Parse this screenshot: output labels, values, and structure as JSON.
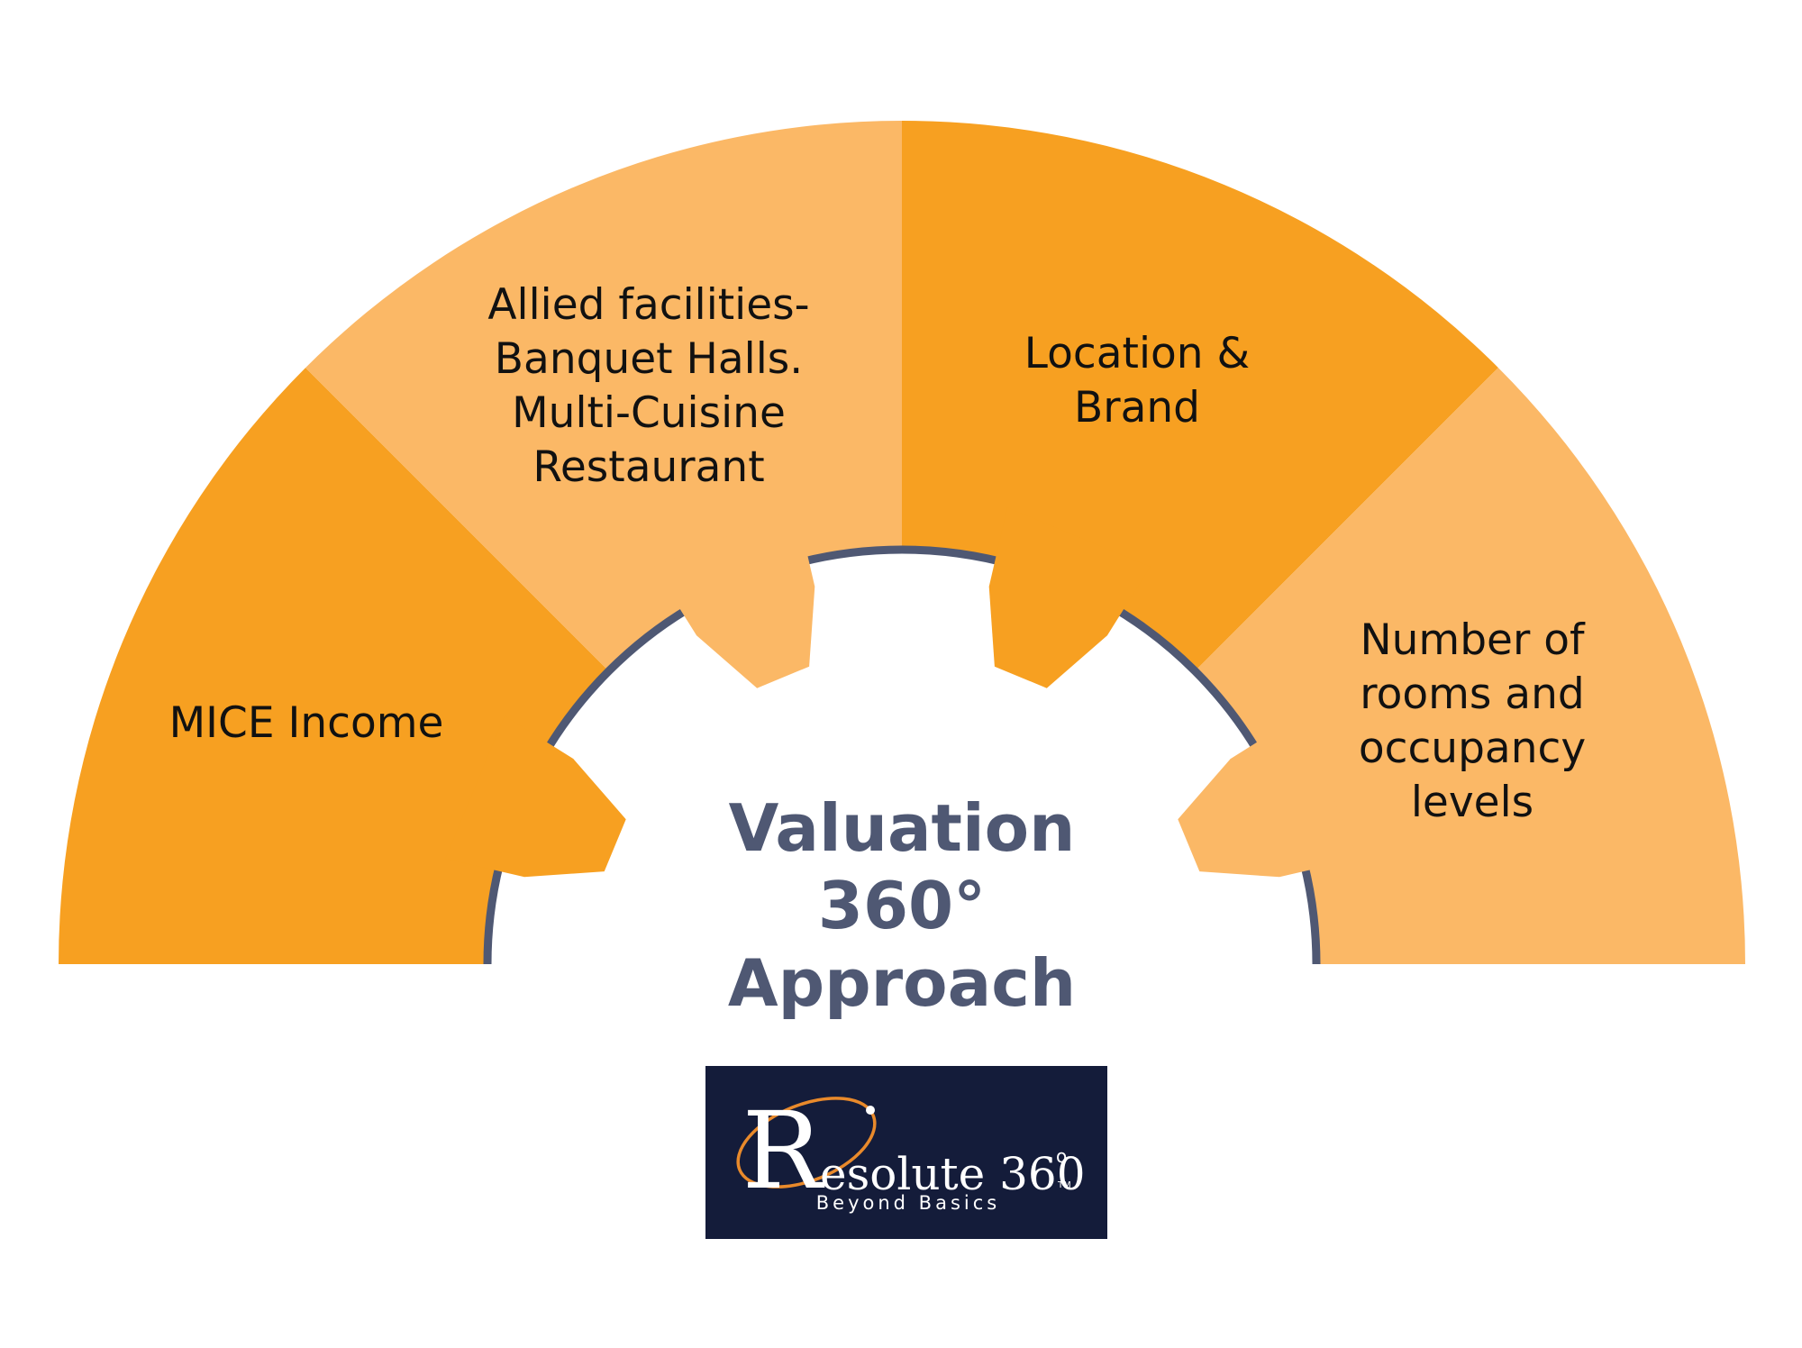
{
  "segments": [
    {
      "id": "mice",
      "lines": [
        "MICE Income"
      ]
    },
    {
      "id": "allied",
      "lines": [
        "Allied facilities-",
        "Banquet Halls.",
        "Multi-Cuisine",
        "Restaurant"
      ]
    },
    {
      "id": "location",
      "lines": [
        "Location &",
        "Brand"
      ]
    },
    {
      "id": "rooms",
      "lines": [
        "Number of",
        "rooms and",
        "occupancy",
        "levels"
      ]
    }
  ],
  "center": {
    "lines": [
      "Valuation",
      "360°",
      "Approach"
    ]
  },
  "logo": {
    "letter": "R",
    "name": "esolute 360",
    "degree": "o",
    "tm": "TM",
    "tagline": "Beyond Basics"
  },
  "colors": {
    "dark_orange": "#F7A021",
    "light_orange": "#FBB866",
    "gear_ring": "#4F5873",
    "title_text": "#4F5873",
    "logo_bg": "#141C3A",
    "logo_swoosh": "#E98A2B",
    "segment_text": "#111111"
  }
}
